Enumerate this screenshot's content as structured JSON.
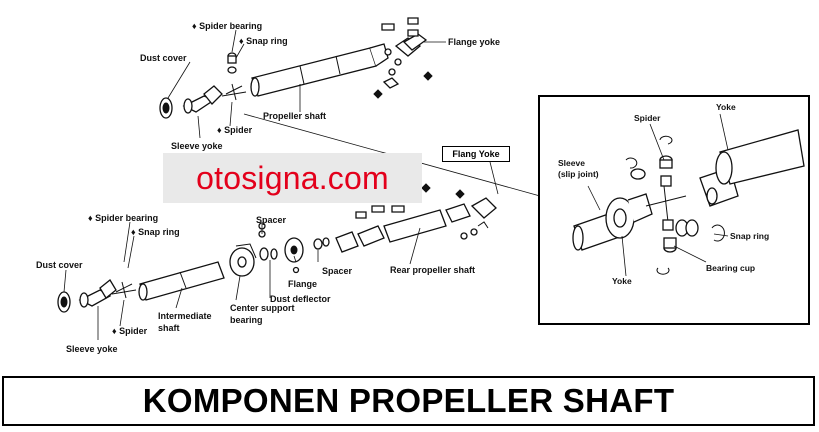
{
  "brand": {
    "watermark": "otosigna.com",
    "watermark_color": "#e3001b"
  },
  "title": "KOMPONEN PROPELLER SHAFT",
  "callout": "Flang Yoke",
  "top_diagram": {
    "labels": {
      "spider_bearing": "♦ Spider bearing",
      "snap_ring": "♦ Snap ring",
      "dust_cover": "Dust cover",
      "flange_yoke": "Flange yoke",
      "propeller_shaft": "Propeller shaft",
      "sleeve_yoke": "Sleeve yoke",
      "spider": "♦ Spider"
    }
  },
  "bottom_diagram": {
    "labels": {
      "spider_bearing": "♦ Spider bearing",
      "snap_ring": "♦ Snap ring",
      "dust_cover": "Dust cover",
      "spacer_top": "Spacer",
      "intermediate_1": "Intermediate",
      "intermediate_2": "shaft",
      "center_support_1": "Center support",
      "center_support_2": "bearing",
      "flange": "Flange",
      "spacer_bottom": "Spacer",
      "dust_deflector": "Dust deflector",
      "rear_propeller_shaft": "Rear propeller shaft",
      "spider": "♦ Spider",
      "sleeve_yoke": "Sleeve yoke"
    }
  },
  "detail_diagram": {
    "labels": {
      "spider": "Spider",
      "yoke_top": "Yoke",
      "sleeve_1": "Sleeve",
      "sleeve_2": "(slip joint)",
      "snap_ring": "Snap ring",
      "bearing_cup": "Bearing cup",
      "yoke_bottom": "Yoke"
    }
  }
}
